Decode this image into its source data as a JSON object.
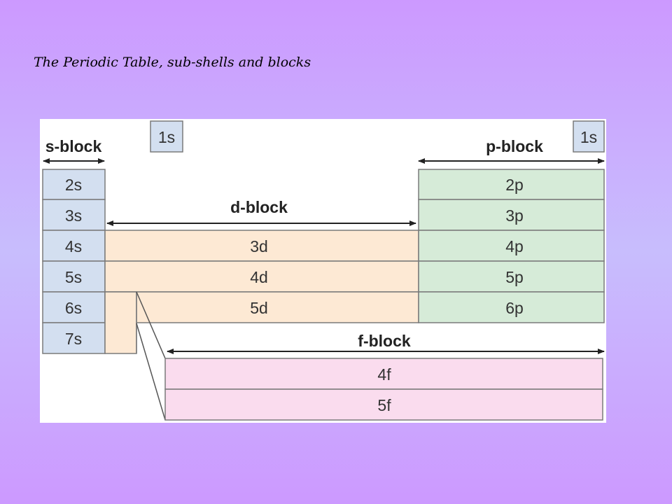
{
  "title": "The Periodic Table, sub-shells and blocks",
  "blocks": {
    "s": {
      "label": "s-block",
      "cells": [
        "2s",
        "3s",
        "4s",
        "5s",
        "6s",
        "7s"
      ],
      "color": "#d3dff0"
    },
    "p": {
      "label": "p-block",
      "cells": [
        "2p",
        "3p",
        "4p",
        "5p",
        "6p"
      ],
      "color": "#d6ebd8"
    },
    "d": {
      "label": "d-block",
      "cells": [
        "3d",
        "4d",
        "5d"
      ],
      "color": "#fde9d4"
    },
    "f": {
      "label": "f-block",
      "cells": [
        "4f",
        "5f"
      ],
      "color": "#fadcee"
    }
  },
  "hydrogen": {
    "left_label": "1s",
    "right_label": "1s"
  },
  "colors": {
    "background_top": "#cc99ff",
    "background_mid": "#c8bdfd",
    "border": "#7a7a7a",
    "arrow": "#222222"
  }
}
